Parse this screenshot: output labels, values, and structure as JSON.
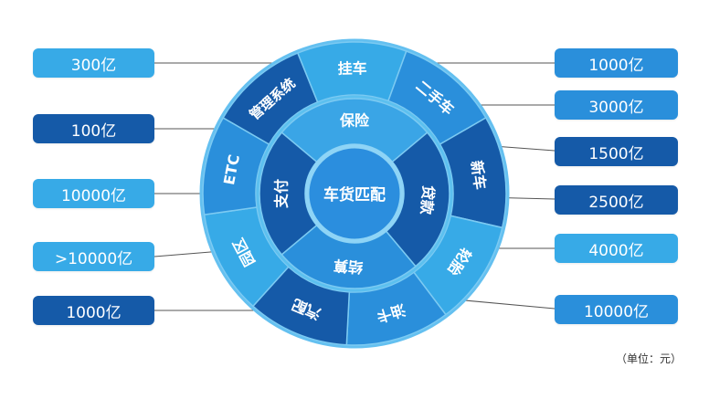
{
  "center": "车货匹配",
  "inner_ring": [
    "保险",
    "贷款",
    "结算",
    "支付"
  ],
  "outer_ring": [
    "挂车",
    "二手车",
    "新车",
    "轮胎",
    "油卡",
    "汽配",
    "园区",
    "ETC",
    "管理系统"
  ],
  "left_values": [
    "300亿",
    "100亿",
    "10000亿",
    ">10000亿",
    "1000亿"
  ],
  "right_values": [
    "1000亿",
    "3000亿",
    "1500亿",
    "2500亿",
    "4000亿",
    "10000亿"
  ],
  "unit": "（单位：元）",
  "colors": {
    "dark": "#155aa8",
    "mid": "#2a8fdb",
    "light": "#37aae7",
    "ring_edge": "#64c0f0",
    "line": "#555555"
  }
}
